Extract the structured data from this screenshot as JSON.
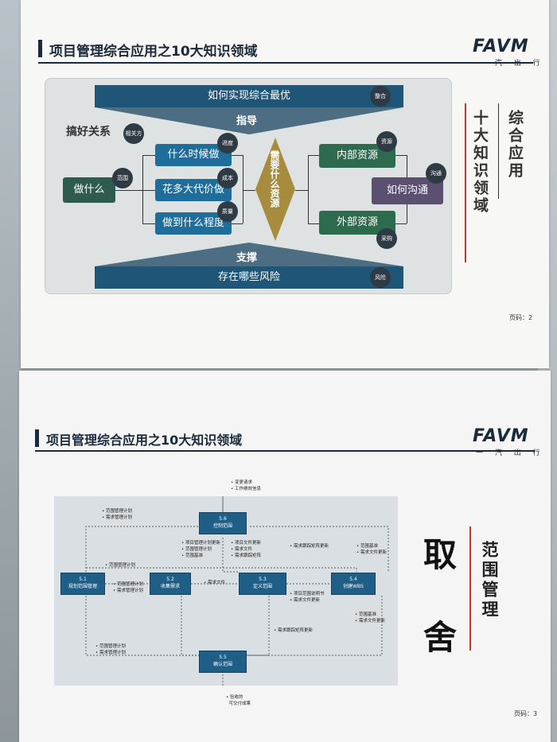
{
  "slide1": {
    "title": "项目管理综合应用之10大知识领域",
    "logo": "FAVM",
    "logo_sub": "一 汽 出 行",
    "top_band": "如何实现综合最优",
    "top_badge": "整合",
    "top_arrow": "指导",
    "relations_label": "搞好关系",
    "relations_badge": "相关方",
    "left_box": "做什么",
    "left_badge": "范围",
    "mid_boxes": [
      {
        "label": "什么时候做",
        "badge": "进度"
      },
      {
        "label": "花多大代价做",
        "badge": "成本"
      },
      {
        "label": "做到什么程度",
        "badge": "质量"
      }
    ],
    "diamond": "需要什么资源",
    "right_boxes": [
      {
        "label": "内部资源",
        "badge": "资源"
      },
      {
        "label": "外部资源",
        "badge": "采购"
      }
    ],
    "comm_box": "如何沟通",
    "comm_badge": "沟通",
    "bottom_arrow": "支撑",
    "bottom_band": "存在哪些风险",
    "bottom_badge": "风险",
    "side_col1": "十大知识领域",
    "side_col2": "综合应用",
    "page": "页码：2"
  },
  "slide2": {
    "title": "项目管理综合应用之10大知识领域",
    "logo": "FAVM",
    "logo_sub": "一 汽 出 行",
    "processes": [
      {
        "num": "5.1",
        "name": "规划范围管理"
      },
      {
        "num": "5.2",
        "name": "收集需求"
      },
      {
        "num": "5.3",
        "name": "定义范围"
      },
      {
        "num": "5.4",
        "name": "创建WBS"
      },
      {
        "num": "5.5",
        "name": "确认范围"
      },
      {
        "num": "5.6",
        "name": "控制范围"
      }
    ],
    "notes": {
      "top_out": [
        "变更请求",
        "工作绩效信息"
      ],
      "n1": [
        "范围管理计划",
        "需求管理计划"
      ],
      "n2": [
        "项目管理计划更新",
        "范围管理计划",
        "范围基准"
      ],
      "n3": [
        "项目文件更新",
        "需求文件",
        "需求跟踪矩阵"
      ],
      "n4": [
        "需求跟踪矩阵更新"
      ],
      "n5": [
        "范围基准",
        "需求文件更新"
      ],
      "n6": [
        "范围管理计划"
      ],
      "n7": [
        "范围管理计划",
        "需求管理计划"
      ],
      "n8": [
        "需求文件"
      ],
      "n9": [
        "项目范围说明书",
        "需求文件更新"
      ],
      "n10": [
        "需求跟踪矩阵更新"
      ],
      "n11": [
        "范围基准",
        "需求文件更新"
      ],
      "n12": [
        "范围管理计划",
        "需求管理计划"
      ],
      "bottom_out": [
        "验收的",
        "可交付成果"
      ]
    },
    "big1": "取",
    "big2": "舍",
    "side_col": "范围管理",
    "page": "页码：3"
  }
}
